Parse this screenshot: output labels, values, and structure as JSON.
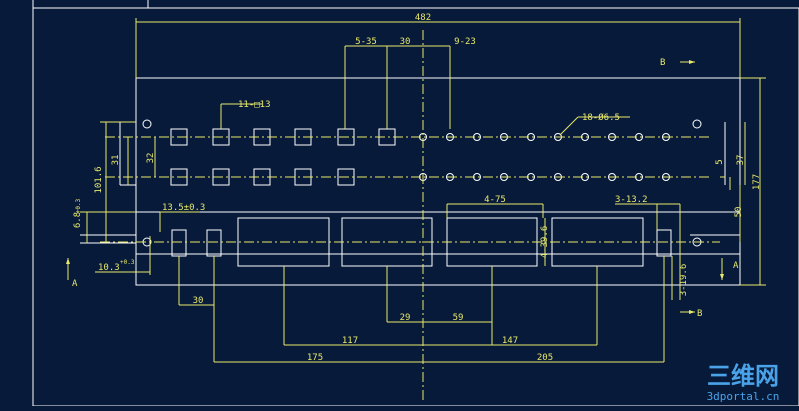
{
  "colors": {
    "background": "#071a3a",
    "dimension": "#e8e86a",
    "outline": "#ffffff",
    "watermark": "#4aa3e8"
  },
  "drawing": {
    "overall_width": "482",
    "top_pitch_left": "5-35",
    "top_center_gap": "30",
    "top_pitch_right": "9-23",
    "section_b_top": "B",
    "section_b_bottom": "B",
    "section_a_left": "A",
    "section_a_right": "A",
    "square_holes": "11-□13",
    "round_holes": "18-Ø6.5",
    "left_row_gap": "32",
    "left_outer_height": "31",
    "left_height": "101.6",
    "left_small": "6.8",
    "left_small_tol": "+0.3",
    "left_offset": "10.3",
    "left_offset_tol": "+0.3",
    "slot_dim": "13.5±0.3",
    "window_pitch": "4-75",
    "window_height": "4-39.6",
    "right_slot": "3-13.2",
    "right_height": "177",
    "right_row": "37",
    "right_small": "5",
    "right_fifty": "50",
    "right_vertical": "3-19.6",
    "bottom_thirty": "30",
    "bottom_117": "117",
    "bottom_29": "29",
    "bottom_59": "59",
    "bottom_147": "147",
    "bottom_175": "175",
    "bottom_205": "205"
  },
  "watermark": {
    "logo_text": "三维网",
    "site": "3dportal.cn"
  }
}
